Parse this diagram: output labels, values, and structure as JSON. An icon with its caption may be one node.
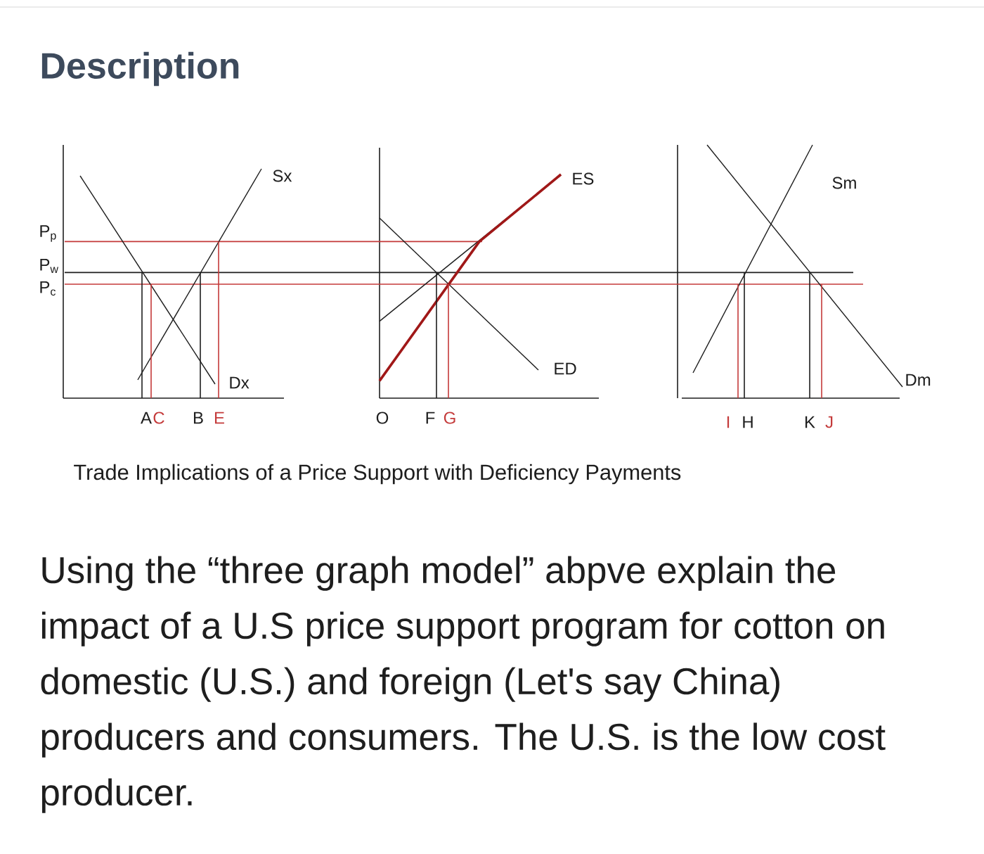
{
  "diagram": {
    "title": "Description",
    "caption": "Trade Implications of a Price Support with Deficiency Payments",
    "labels": [
      "Sx",
      "ES",
      "Sm",
      "P$_{p}$",
      "P$_{w}$",
      "P$_{c}$",
      "Dx",
      "ED",
      "Dm",
      "A",
      "C",
      "B",
      "E",
      "O",
      "F",
      "G",
      "I",
      "H",
      "K",
      "J",
      "Using the “three graph model” abpve explain the impact of a U.S price support program for cotton on domestic (U.S.) and foreign (Let's say China) producers and consumers. The U.S. is the low cost producer."
    ]
  }
}
